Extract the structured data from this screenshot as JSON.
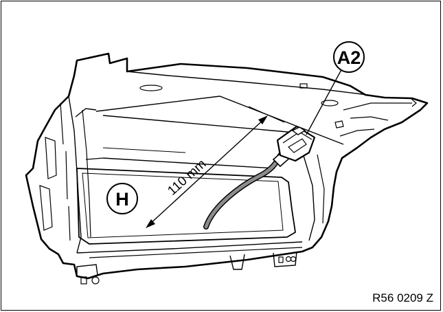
{
  "figure": {
    "callouts": {
      "a2": "A2",
      "h": "H"
    },
    "dimension_label": "110 mm",
    "figure_code": "R56 0209 Z"
  },
  "colors": {
    "line": "#000000",
    "cable": "#8c8c8c",
    "background": "#ffffff"
  }
}
